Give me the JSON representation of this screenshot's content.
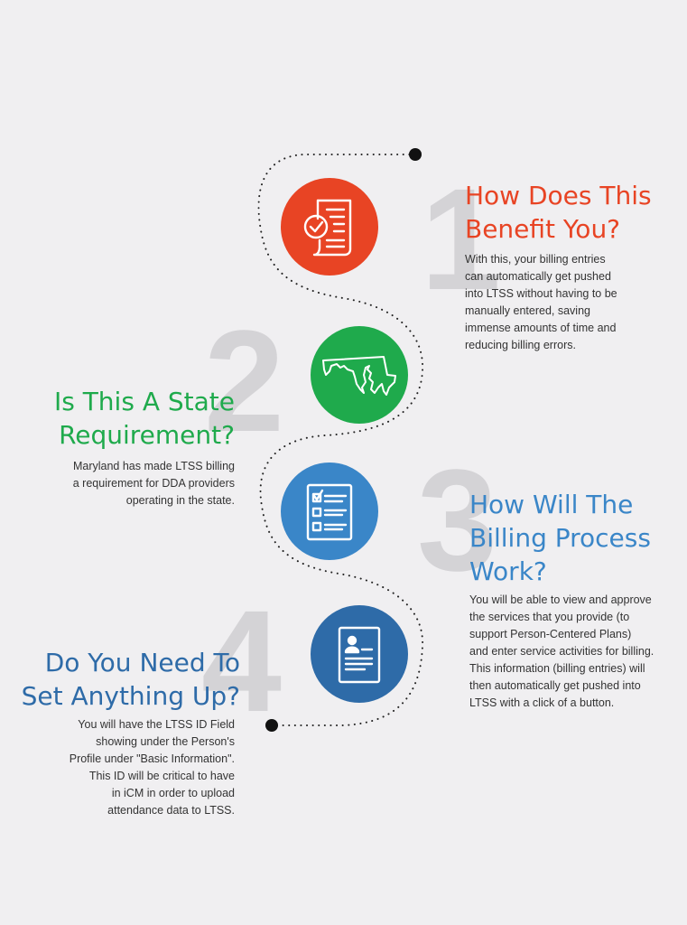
{
  "colors": {
    "background": "#f0eff1",
    "step1": "#e84424",
    "step2": "#1faa4c",
    "step3": "#3a86c8",
    "step4": "#2e6ba8",
    "number": "#d4d3d6",
    "body_text": "#333333"
  },
  "steps": [
    {
      "number": "1",
      "title": "How Does This\nBenefit You?",
      "text": "With this, your billing entries\ncan automatically get pushed\ninto LTSS without having to be\nmanually entered, saving\nimmense amounts of time and\nreducing billing errors.",
      "icon": "document-checkmark-icon"
    },
    {
      "number": "2",
      "title": "Is This A State\nRequirement?",
      "text": "Maryland has made LTSS billing\na requirement for DDA providers\noperating in the state.",
      "icon": "maryland-map-icon"
    },
    {
      "number": "3",
      "title": "How Will The\nBilling Process\nWork?",
      "text": "You will be able to view and approve\nthe services that you provide (to\nsupport Person-Centered Plans)\nand enter service activities for billing.\nThis information (billing entries) will\nthen automatically get pushed into\nLTSS with a click of a button.",
      "icon": "checklist-icon"
    },
    {
      "number": "4",
      "title": "Do You Need To\nSet Anything Up?",
      "text": "You will have the LTSS ID Field\nshowing under the Person's\nProfile under \"Basic Information\".\nThis ID will be critical to have\nin iCM in order to upload\nattendance data to LTSS.",
      "icon": "profile-document-icon"
    }
  ]
}
